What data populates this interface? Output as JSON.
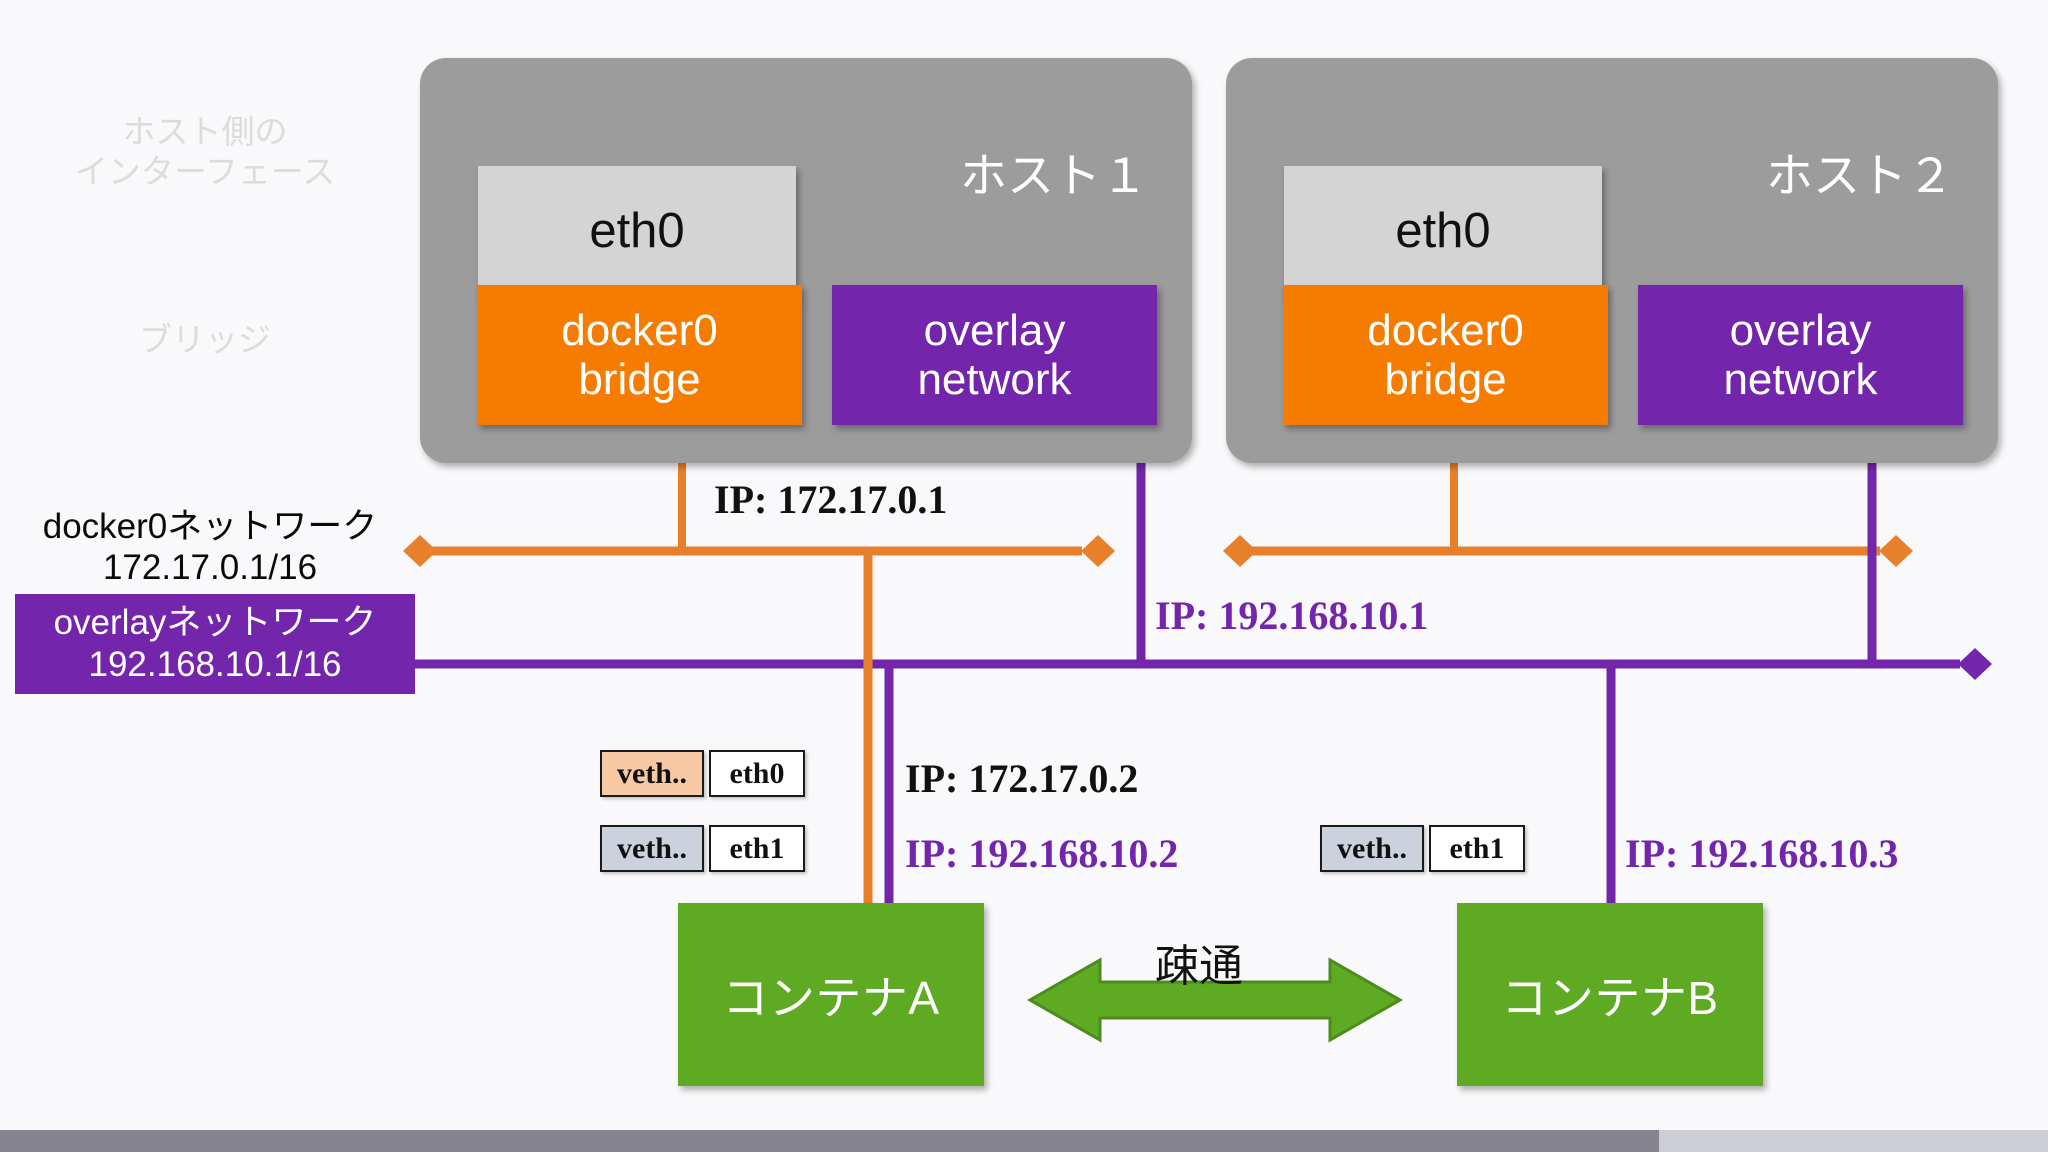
{
  "diagram": {
    "title_hidden": "",
    "side_labels": [
      {
        "name": "host-interface-label",
        "text": "ホスト側の\nインターフェース"
      },
      {
        "name": "bridge-label",
        "text": "ブリッジ"
      }
    ],
    "hosts": [
      {
        "title": "ホスト１",
        "eth0": "eth0",
        "bridge": "docker0\nbridge",
        "overlay": "overlay\nnetwork"
      },
      {
        "title": "ホスト２",
        "eth0": "eth0",
        "bridge": "docker0\nbridge",
        "overlay": "overlay\nnetwork"
      }
    ],
    "networks": [
      {
        "name": "docker0-network",
        "label": "docker0ネットワーク\n172.17.0.1/16",
        "color": "#e8802b"
      },
      {
        "name": "overlay-network",
        "label": "overlayネットワーク\n192.168.10.1/16",
        "color": "#7326ab"
      }
    ],
    "ip_labels": [
      {
        "name": "ip-docker0-gateway",
        "text": "IP: 172.17.0.1",
        "color": "#111111"
      },
      {
        "name": "ip-overlay-gateway",
        "text": "IP: 192.168.10.1",
        "color": "#7326ab"
      },
      {
        "name": "ip-container-a-eth0",
        "text": "IP: 172.17.0.2",
        "color": "#111111"
      },
      {
        "name": "ip-container-a-eth1",
        "text": "IP: 192.168.10.2",
        "color": "#7326ab"
      },
      {
        "name": "ip-container-b-eth1",
        "text": "IP: 192.168.10.3",
        "color": "#7326ab"
      }
    ],
    "interfaces": {
      "container_a": [
        {
          "veth": "veth..",
          "eth": "eth0",
          "veth_color": "#f7c9a4"
        },
        {
          "veth": "veth..",
          "eth": "eth1",
          "veth_color": "#ccd1de"
        }
      ],
      "container_b": [
        {
          "veth": "veth..",
          "eth": "eth1",
          "veth_color": "#ccd1de"
        }
      ]
    },
    "containers": [
      {
        "name": "container-a",
        "label": "コンテナA"
      },
      {
        "name": "container-b",
        "label": "コンテナB"
      }
    ],
    "connectivity_arrow": {
      "label": "疎通",
      "color": "#5faa23"
    },
    "progress": {
      "percent": 81
    }
  }
}
